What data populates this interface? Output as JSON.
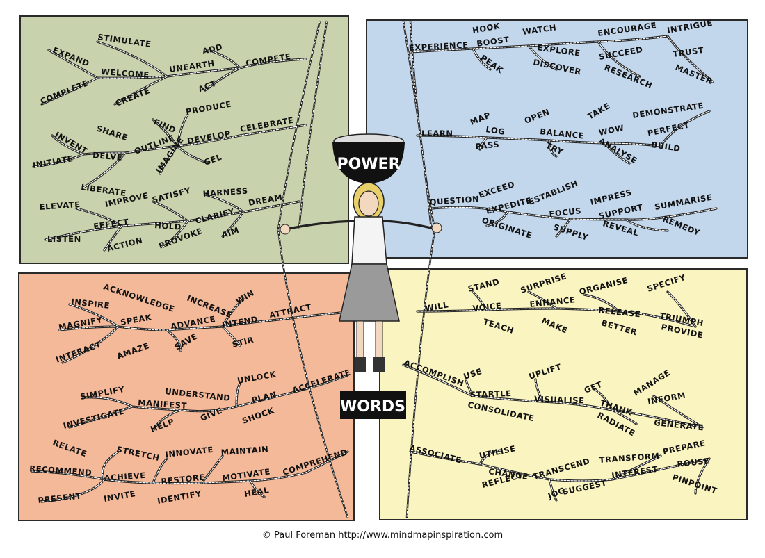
{
  "center": {
    "power_label": "POWER",
    "words_label": "WORDS"
  },
  "footer": {
    "copyright": "© Paul Foreman http://www.mindmapinspiration.com"
  },
  "quadrant_colors": {
    "green": "#c8d3ad",
    "blue": "#c2d6ec",
    "orange": "#f4b999",
    "yellow": "#faf4c0"
  },
  "quadrants": [
    {
      "id": "green",
      "words": [
        "EXPAND",
        "STIMULATE",
        "WELCOME",
        "COMPLETE",
        "CREATE",
        "UNEARTH",
        "ADD",
        "ACT",
        "COMPETE",
        "SHARE",
        "FIND",
        "PRODUCE",
        "INVENT",
        "DELVE",
        "OUTLINE",
        "DEVELOP",
        "CELEBRATE",
        "INITIATE",
        "GEL",
        "IMAGINE",
        "LIBERATE",
        "ELEVATE",
        "IMPROVE",
        "SATISFY",
        "HARNESS",
        "DREAM",
        "EFFECT",
        "HOLD",
        "CLARIFY",
        "LISTEN",
        "ACTION",
        "PROVOKE",
        "AIM"
      ]
    },
    {
      "id": "blue",
      "words": [
        "EXPERIENCE",
        "HOOK",
        "BOOST",
        "PEAK",
        "WATCH",
        "EXPLORE",
        "DISCOVER",
        "ENCOURAGE",
        "SUCCEED",
        "RESEARCH",
        "INTRIGUE",
        "TRUST",
        "MASTER",
        "LEARN",
        "MAP",
        "LOG",
        "PASS",
        "OPEN",
        "BALANCE",
        "TRY",
        "TAKE",
        "WOW",
        "ANALYSE",
        "DEMONSTRATE",
        "PERFECT",
        "BUILD",
        "QUESTION",
        "EXCEED",
        "EXPEDITE",
        "ORIGINATE",
        "ESTABLISH",
        "FOCUS",
        "SUPPLY",
        "IMPRESS",
        "SUPPORT",
        "REVEAL",
        "SUMMARISE",
        "REMEDY"
      ]
    },
    {
      "id": "orange",
      "words": [
        "ACKNOWLEDGE",
        "INSPIRE",
        "SPEAK",
        "MAGNIFY",
        "INTERACT",
        "AMAZE",
        "INCREASE",
        "ADVANCE",
        "SAVE",
        "WIN",
        "INTEND",
        "STIR",
        "ATTRACT",
        "SIMPLIFY",
        "MANIFEST",
        "INVESTIGATE",
        "HELP",
        "UNDERSTAND",
        "GIVE",
        "UNLOCK",
        "PLAN",
        "SHOCK",
        "ACCELERATE",
        "RELATE",
        "RECOMMEND",
        "STRETCH",
        "ACHIEVE",
        "INVITE",
        "PRESENT",
        "INNOVATE",
        "RESTORE",
        "IDENTIFY",
        "MAINTAIN",
        "MOTIVATE",
        "HEAL",
        "COMPREHEND"
      ]
    },
    {
      "id": "yellow",
      "words": [
        "WILL",
        "STAND",
        "VOICE",
        "TEACH",
        "SURPRISE",
        "ENHANCE",
        "MAKE",
        "ORGANISE",
        "RELEASE",
        "BETTER",
        "SPECIFY",
        "TRIUMPH",
        "PROVIDE",
        "ACCOMPLISH",
        "USE",
        "STARTLE",
        "CONSOLIDATE",
        "UPLIFT",
        "VISUALISE",
        "GET",
        "THANK",
        "RADIATE",
        "MANAGE",
        "INFORM",
        "GENERATE",
        "ASSOCIATE",
        "UTILISE",
        "CHANGE",
        "REFLECT",
        "TRANSCEND",
        "JOG",
        "SUGGEST",
        "TRANSFORM",
        "INTEREST",
        "PREPARE",
        "ROUSE",
        "PINPOINT"
      ]
    }
  ]
}
